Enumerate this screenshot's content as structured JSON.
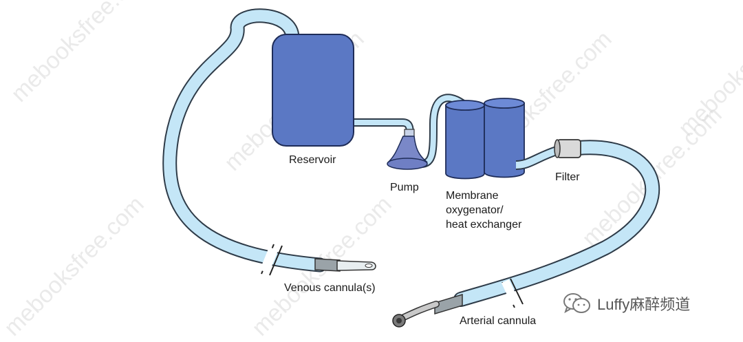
{
  "labels": {
    "reservoir": "Reservoir",
    "pump": "Pump",
    "oxygenator_line1": "Membrane",
    "oxygenator_line2": "oxygenator/",
    "oxygenator_line3": "heat exchanger",
    "filter": "Filter",
    "venous_cannula": "Venous cannula(s)",
    "arterial_cannula": "Arterial cannula"
  },
  "watermark": "mebooksfree.com",
  "badge": {
    "text": "Luffy麻醉频道",
    "icon": "wechat-icon"
  },
  "colors": {
    "tube": "#c4e6f7",
    "tube_outline": "#3a4a5a",
    "reservoir": "#5b78c4",
    "oxygenator": "#5b78c4",
    "pump": "#7a88c8",
    "filter": "#d9d9d9"
  }
}
